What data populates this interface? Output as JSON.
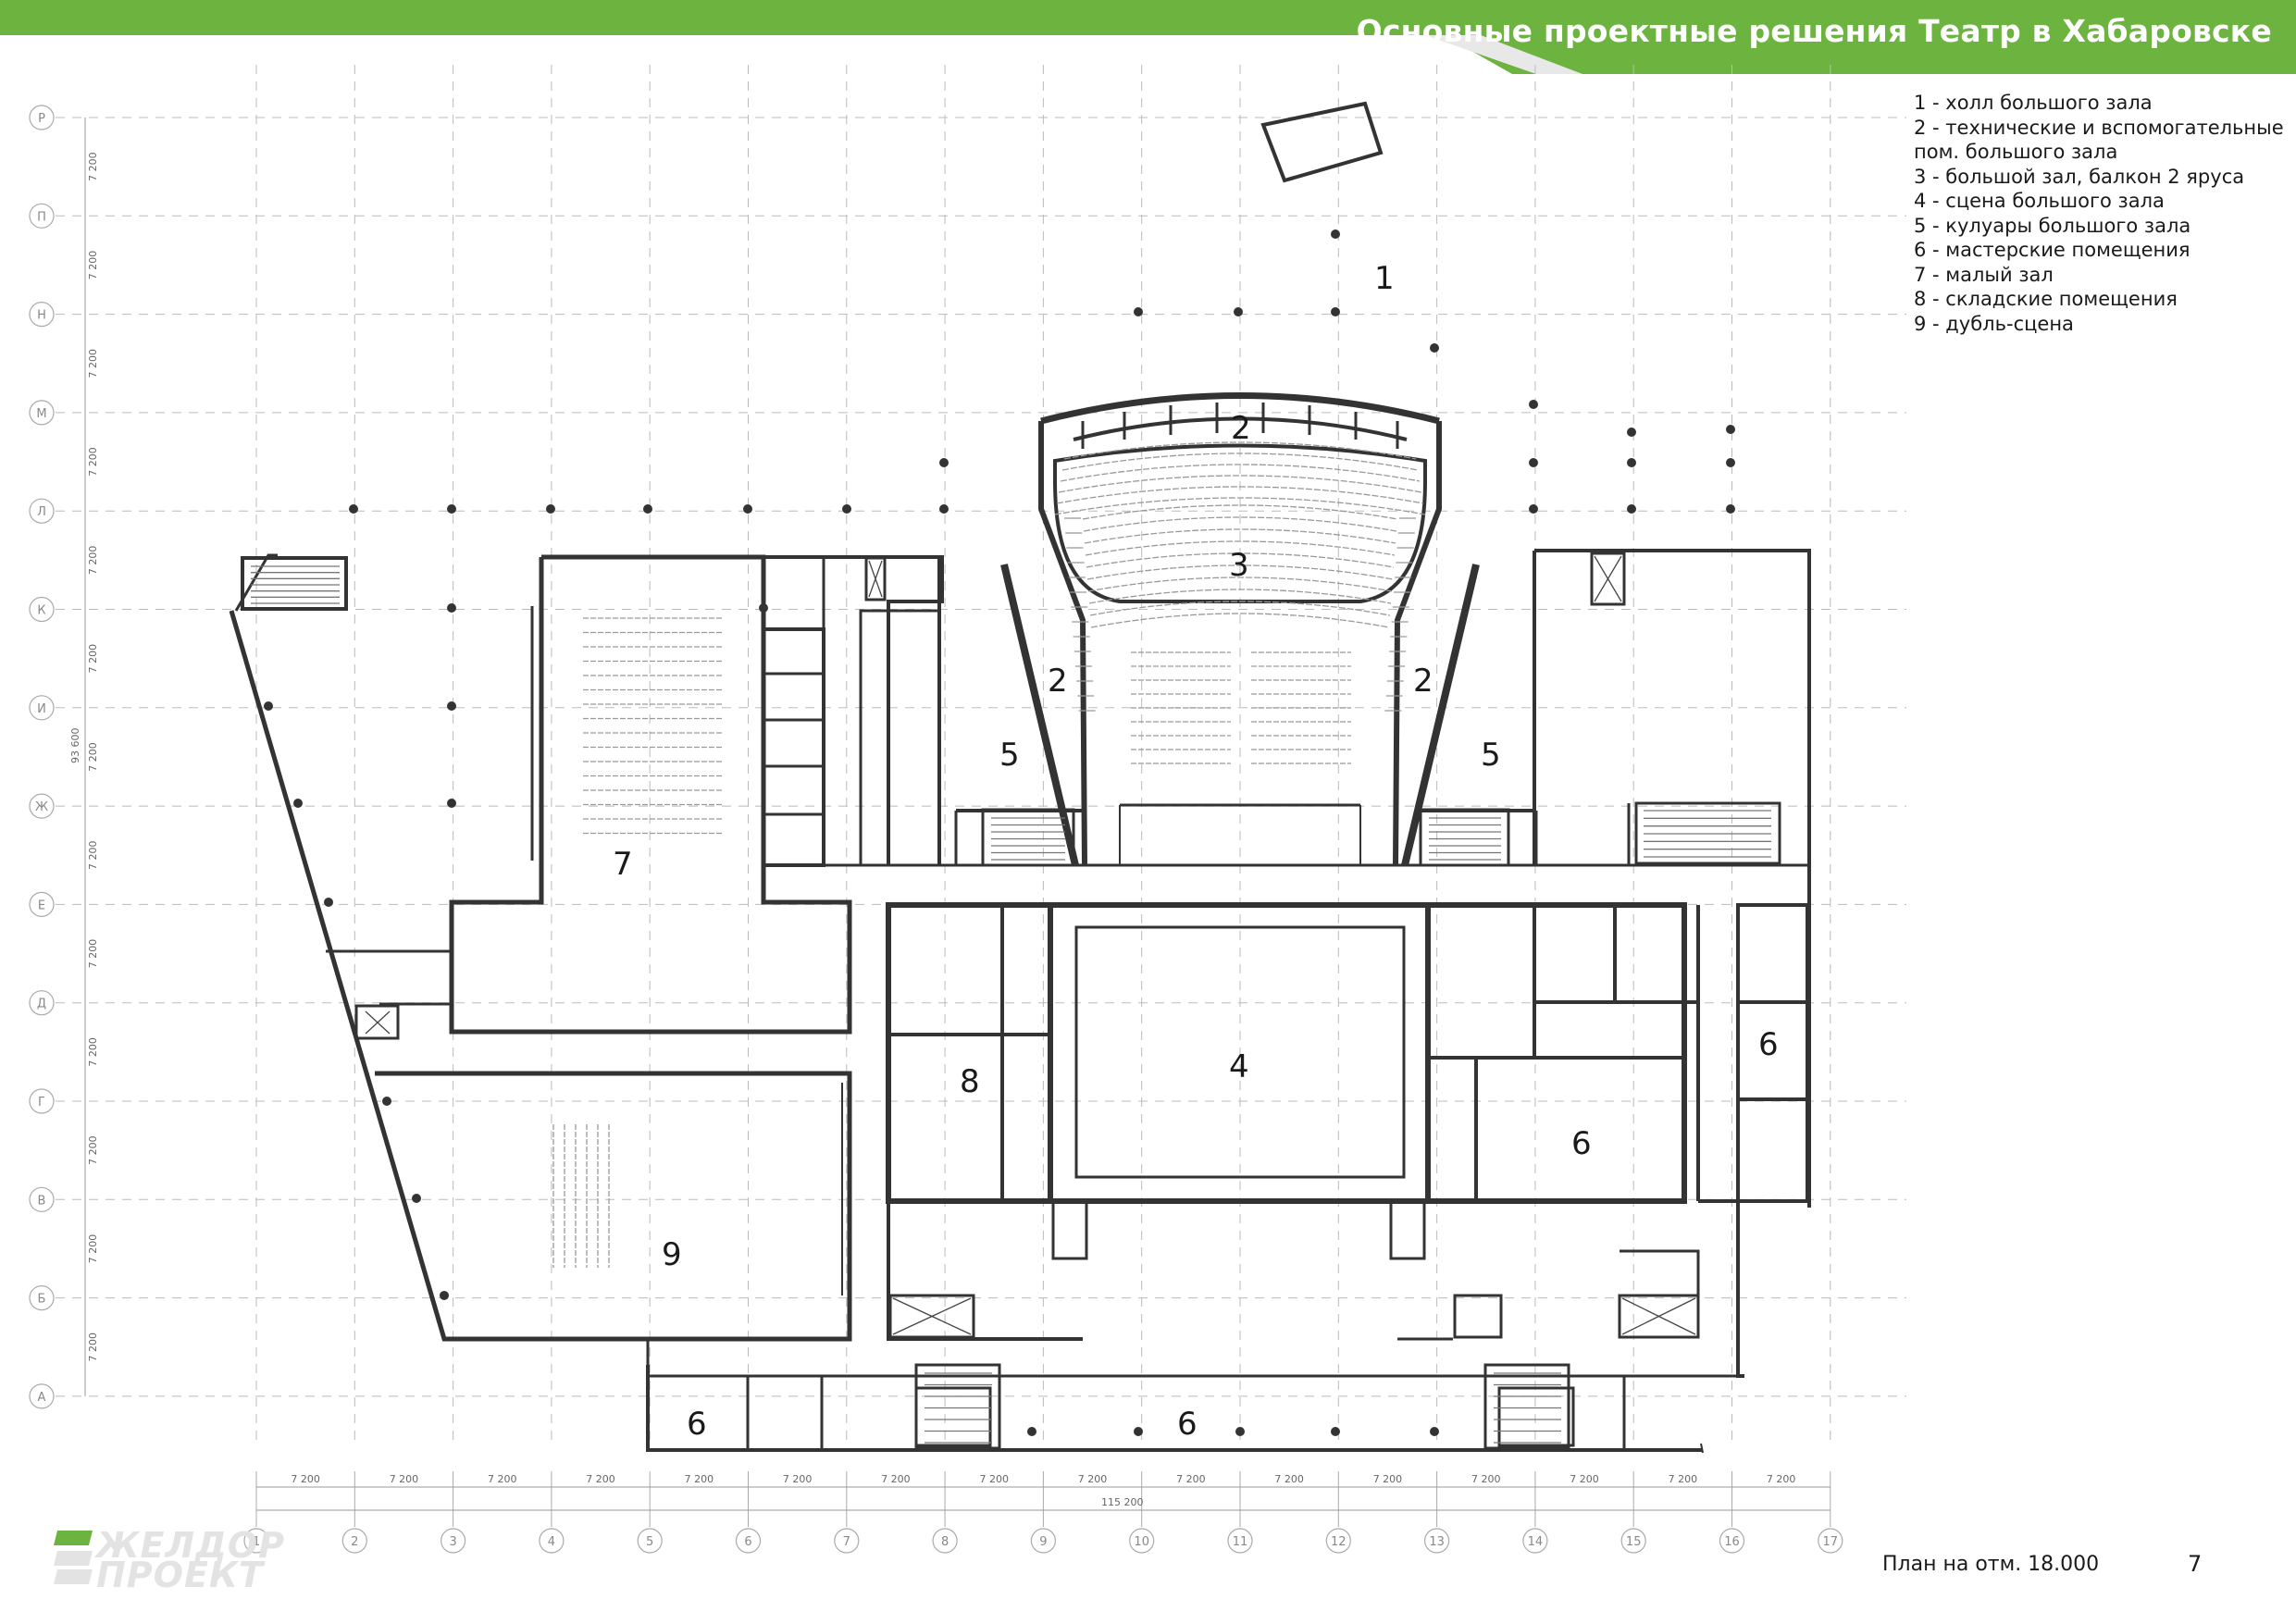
{
  "header": {
    "title": "Основные проектные решения Театр в Хабаровске",
    "bar_color": "#6cb33f"
  },
  "legend": [
    "1 - холл большого зала",
    "2 - технические и вспомогательные",
    "пом. большого зала",
    "3 - большой зал, балкон 2 яруса",
    "4 - сцена большого зала",
    "5 - кулуары большого зала",
    "6 - мастерские помещения",
    "7 - малый зал",
    "8 - складские помещения",
    "9 - дубль-сцена"
  ],
  "row_axes": [
    "Р",
    "П",
    "Н",
    "М",
    "Л",
    "К",
    "И",
    "Ж",
    "Е",
    "Д",
    "Г",
    "В",
    "Б",
    "А"
  ],
  "column_axes": [
    "1",
    "2",
    "3",
    "4",
    "5",
    "6",
    "7",
    "8",
    "9",
    "10",
    "11",
    "12",
    "13",
    "14",
    "15",
    "16",
    "17"
  ],
  "grid_step_label": "7 200",
  "total_width_label": "115 200",
  "total_height_label": "93 600",
  "room_labels": [
    "1",
    "2",
    "2",
    "2",
    "3",
    "4",
    "5",
    "5",
    "6",
    "6",
    "6",
    "6",
    "7",
    "8",
    "9"
  ],
  "plan_caption": "План на отм. 18.000",
  "page_number": "7",
  "logo": {
    "line1": "ЖЕЛДОР",
    "line2": "ПРОЕКТ"
  }
}
